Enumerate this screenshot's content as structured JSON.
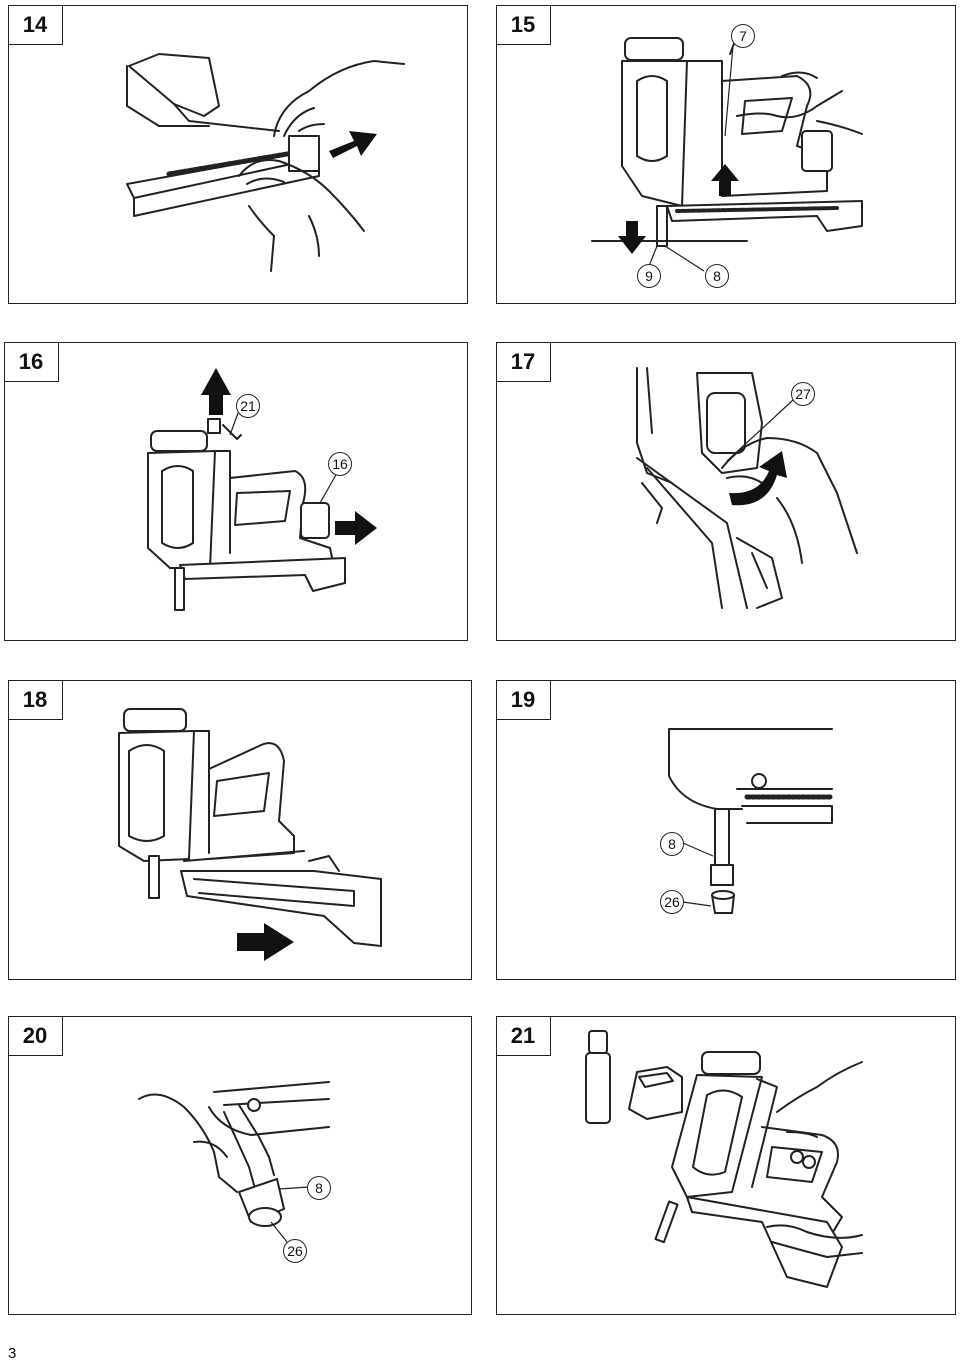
{
  "figures": [
    {
      "number": "14",
      "callouts": []
    },
    {
      "number": "15",
      "callouts": [
        "7",
        "9",
        "8"
      ]
    },
    {
      "number": "16",
      "callouts": [
        "21",
        "16"
      ]
    },
    {
      "number": "17",
      "callouts": [
        "27"
      ]
    },
    {
      "number": "18",
      "callouts": []
    },
    {
      "number": "19",
      "callouts": [
        "8",
        "26"
      ]
    },
    {
      "number": "20",
      "callouts": [
        "8",
        "26"
      ]
    },
    {
      "number": "21",
      "callouts": []
    }
  ],
  "page_number": "3"
}
